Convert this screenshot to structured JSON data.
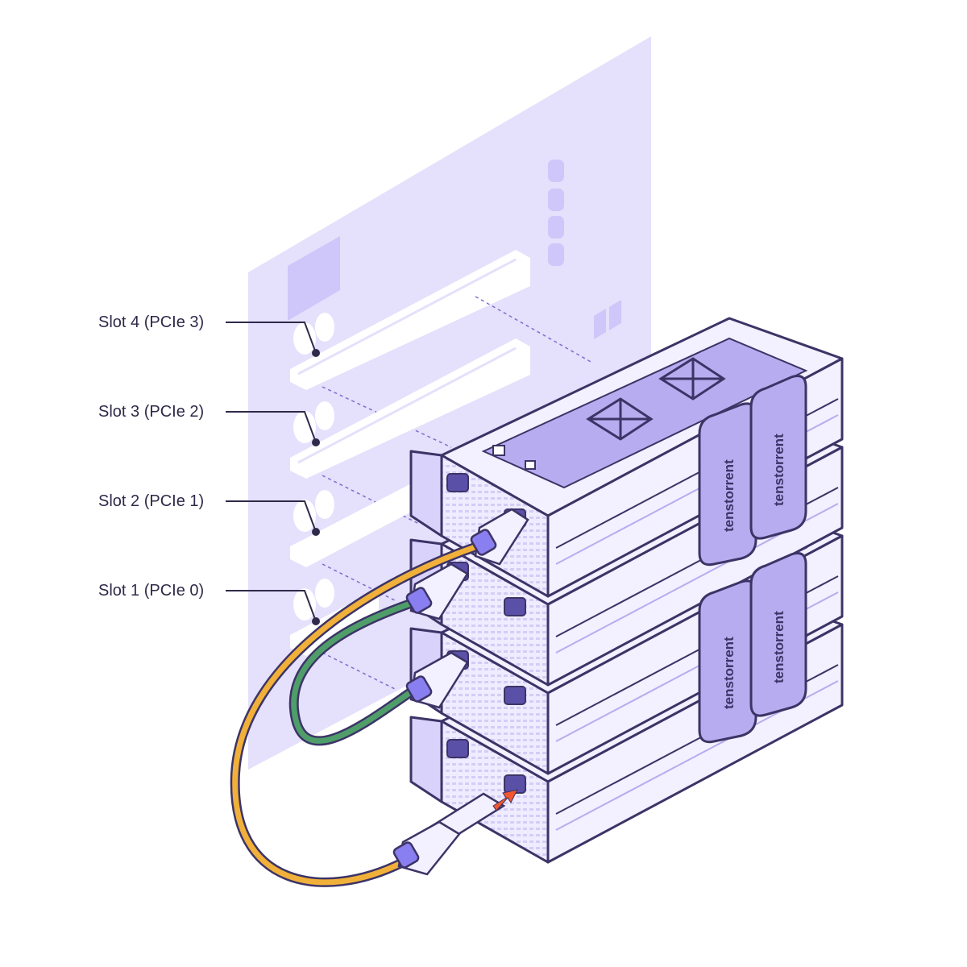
{
  "slots": [
    {
      "label": "Slot 4 (PCIe 3)"
    },
    {
      "label": "Slot 3 (PCIe 2)"
    },
    {
      "label": "Slot 2 (PCIe 1)"
    },
    {
      "label": "Slot 1 (PCIe 0)"
    }
  ],
  "cards": [
    {
      "brand": "tenstorrent"
    },
    {
      "brand": "tenstorrent"
    },
    {
      "brand": "tenstorrent"
    },
    {
      "brand": "tenstorrent"
    }
  ],
  "cables": [
    {
      "color": "#f0b03a",
      "name": "yellow-cable"
    },
    {
      "color": "#4f9e6a",
      "name": "green-cable"
    }
  ],
  "colors": {
    "outline": "#3c3466",
    "board": "#e5e0fb",
    "card_face": "#b8acf0",
    "card_light": "#f3f0ff",
    "connector": "#8a7ff0",
    "arrow": "#f2562e"
  },
  "icons": [
    "motherboard-icon",
    "pcie-slot-icon",
    "card-icon",
    "cable-icon",
    "arrow-icon"
  ]
}
